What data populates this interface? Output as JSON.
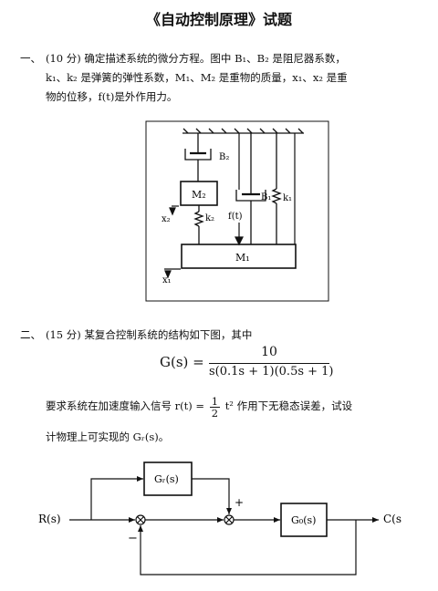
{
  "title": "《自动控制原理》试题",
  "q1": {
    "number": "一、",
    "line1": "(10 分) 确定描述系统的微分方程。图中 B₁、B₂ 是阻尼器系数，",
    "line2": "k₁、k₂ 是弹簧的弹性系数，M₁、M₂ 是重物的质量，x₁、x₂ 是重",
    "line3": "物的位移，f(t)是外作用力。",
    "diagram": {
      "b2": "B₂",
      "m2": "M₂",
      "b1": "B₁",
      "k1": "k₁",
      "k2": "k₂",
      "ft": "f(t)",
      "m1": "M₁",
      "x1": "x₁",
      "x2": "x₂"
    }
  },
  "q2": {
    "number": "二、",
    "line1": "(15 分) 某复合控制系统的结构如下图，其中",
    "formula_lhs": "G(s) =",
    "formula_num": "10",
    "formula_den": "s(0.1s + 1)(0.5s + 1)",
    "req_line1_a": "要求系统在加速度输入信号 r(t) =",
    "req_frac_num": "1",
    "req_frac_den": "2",
    "req_line1_b": "t² 作用下无稳态误差，试设",
    "req_line2": "计物理上可实现的 Gᵣ(s)。",
    "diagram": {
      "input": "R(s)",
      "output": "C(s",
      "gr": "Gᵣ(s)",
      "g0": "G₀(s)",
      "plus": "+",
      "minus": "−"
    }
  }
}
